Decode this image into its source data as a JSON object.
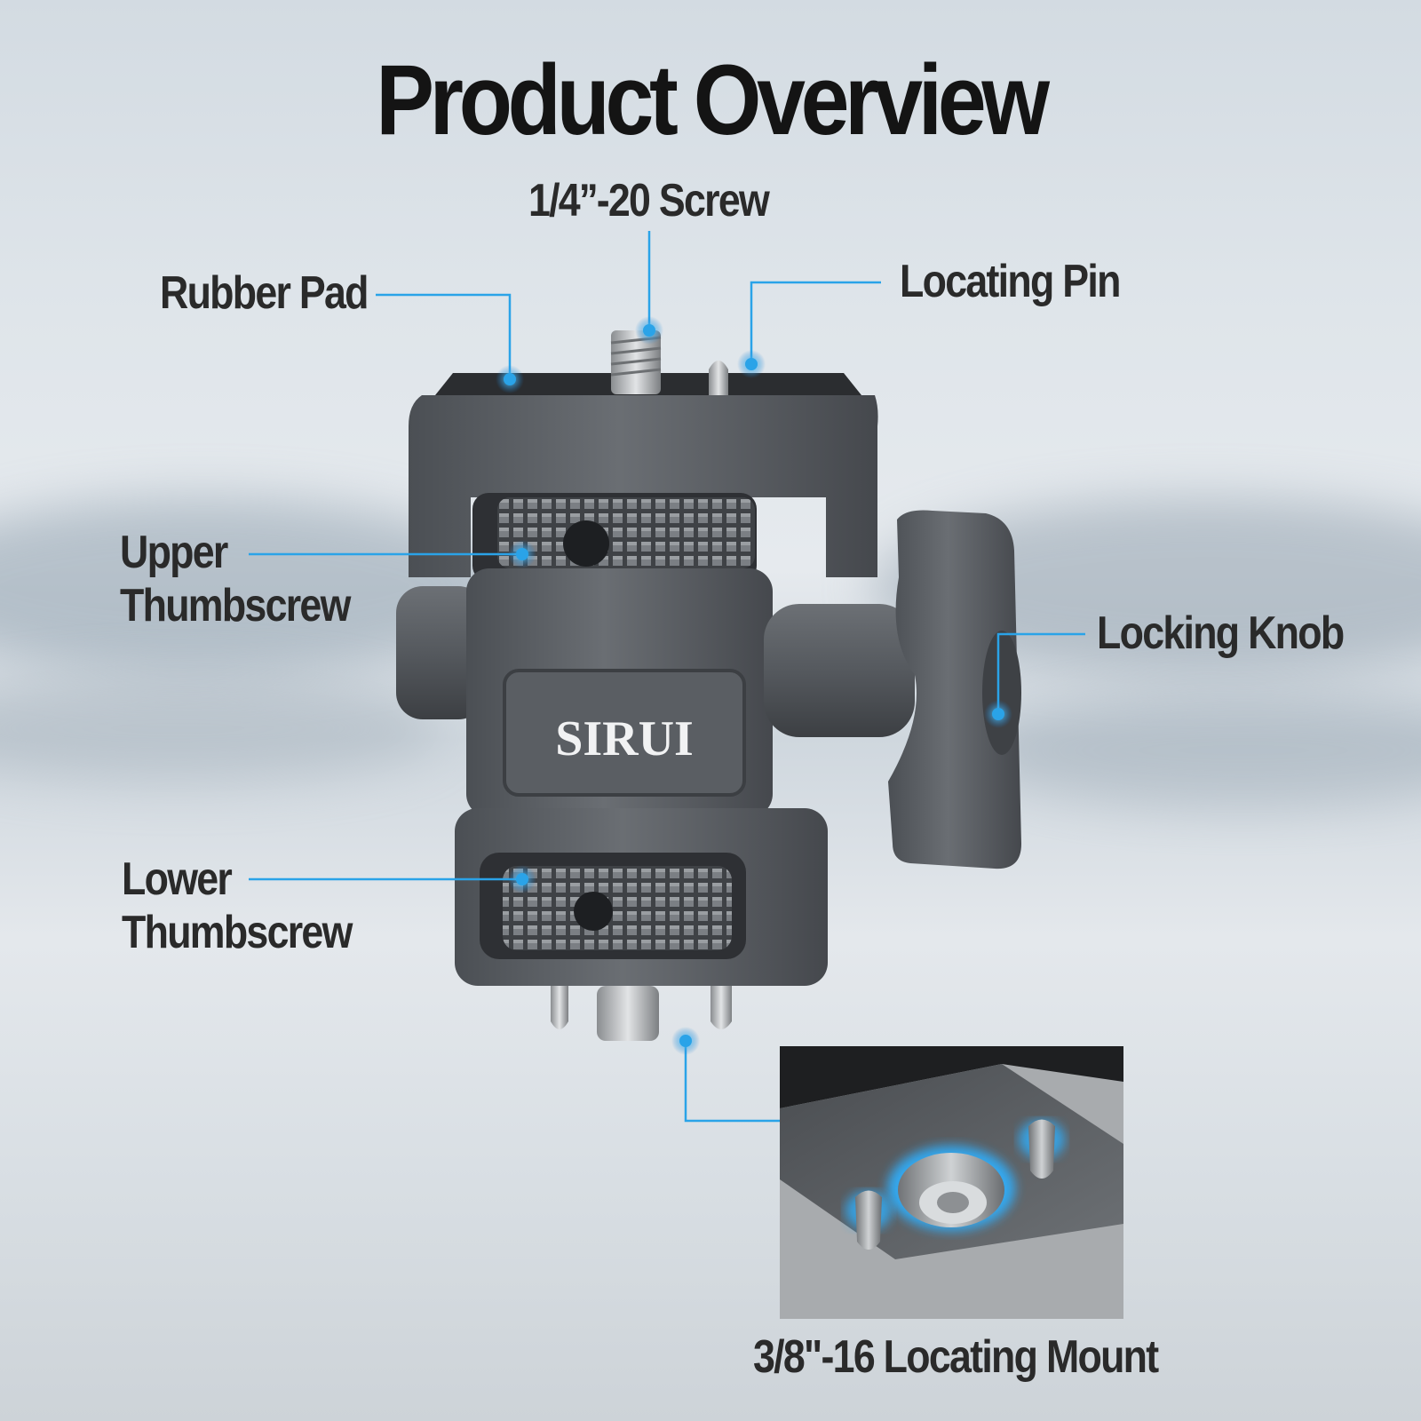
{
  "title": "Product Overview",
  "brand": "SIRUI",
  "labels": {
    "screw": "1/4’’-20 Screw",
    "rubber_pad": "Rubber Pad",
    "locating_pin": "Locating Pin",
    "upper_thumbscrew": [
      "Upper",
      "Thumbscrew"
    ],
    "locking_knob": "Locking Knob",
    "lower_thumbscrew": [
      "Lower",
      "Thumbscrew"
    ],
    "locating_mount": "3/8\"-16 Locating Mount"
  },
  "colors": {
    "accent": "#2aa3e8",
    "metal": "#5f6368",
    "metal_dark": "#3b3e42",
    "text": "#2a2a2a"
  }
}
